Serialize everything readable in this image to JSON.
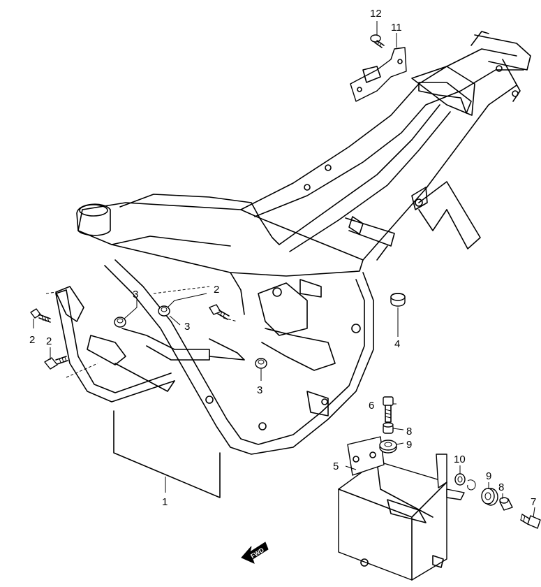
{
  "diagram": {
    "callouts": [
      {
        "id": "c1",
        "text": "1"
      },
      {
        "id": "c2a",
        "text": "2"
      },
      {
        "id": "c2b",
        "text": "2"
      },
      {
        "id": "c2c",
        "text": "2"
      },
      {
        "id": "c3a",
        "text": "3"
      },
      {
        "id": "c3b",
        "text": "3"
      },
      {
        "id": "c3c",
        "text": "3"
      },
      {
        "id": "c4",
        "text": "4"
      },
      {
        "id": "c5",
        "text": "5"
      },
      {
        "id": "c6",
        "text": "6"
      },
      {
        "id": "c7",
        "text": "7"
      },
      {
        "id": "c8a",
        "text": "8"
      },
      {
        "id": "c8b",
        "text": "8"
      },
      {
        "id": "c9a",
        "text": "9"
      },
      {
        "id": "c9b",
        "text": "9"
      },
      {
        "id": "c10",
        "text": "10"
      },
      {
        "id": "c11",
        "text": "11"
      },
      {
        "id": "c12",
        "text": "12"
      }
    ],
    "fwd_label": "FWD"
  }
}
